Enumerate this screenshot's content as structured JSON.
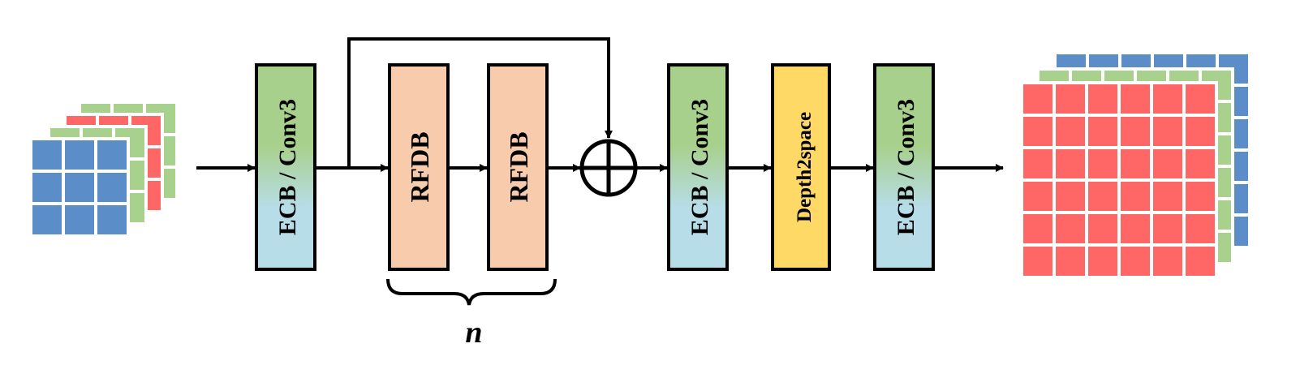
{
  "blocks": [
    {
      "id": "ecb1",
      "label": "ECB / Conv3",
      "style": "ecb"
    },
    {
      "id": "rfdb1",
      "label": "RFDB",
      "style": "rfdb"
    },
    {
      "id": "rfdb2",
      "label": "RFDB",
      "style": "rfdb"
    },
    {
      "id": "ecb2",
      "label": "ECB / Conv3",
      "style": "ecb"
    },
    {
      "id": "d2s",
      "label": "Depth2space",
      "style": "d2s"
    },
    {
      "id": "ecb3",
      "label": "ECB / Conv3",
      "style": "ecb"
    }
  ],
  "repeat_label": "n",
  "colors": {
    "ecb_top": "#a8d08d",
    "ecb_bottom": "#b7dde8",
    "rfdb": "#f8cbad",
    "d2s": "#ffd966",
    "cell_blue": "#5b8ec8",
    "cell_red": "#ff6666",
    "cell_green": "#a9d18e"
  }
}
